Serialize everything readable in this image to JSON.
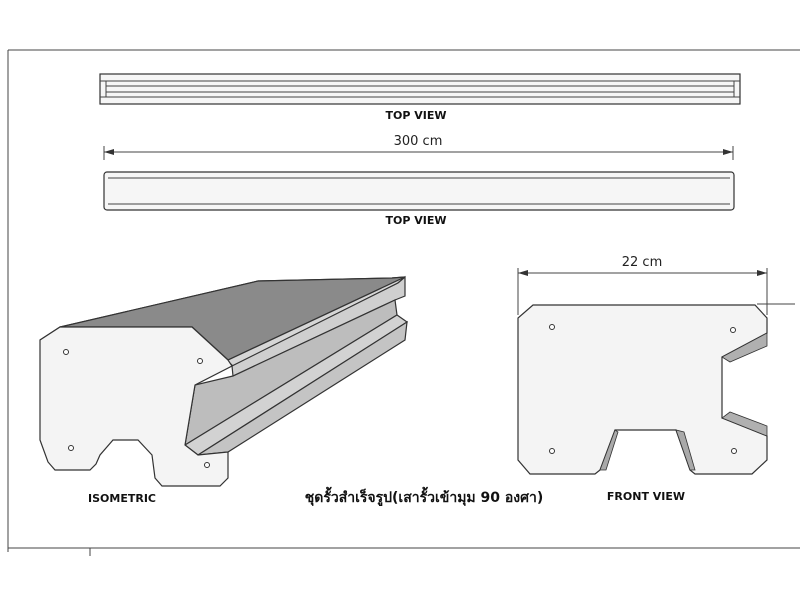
{
  "views": {
    "top_view_1_label": "TOP VIEW",
    "top_view_2_label": "TOP VIEW",
    "isometric_label": "ISOMETRIC",
    "front_view_label": "FRONT VIEW"
  },
  "dimensions": {
    "length": "300 cm",
    "width": "22 cm"
  },
  "caption": "ชุดรั้วสำเร็จรูป(เสารั้วเข้ามุม 90 องศา)",
  "colors": {
    "fill_light": "#f4f4f4",
    "fill_top": "#8c8c8c",
    "fill_groove": "#c9c9c9",
    "fill_groove_dark": "#a8a8a8",
    "stroke": "#333333"
  }
}
